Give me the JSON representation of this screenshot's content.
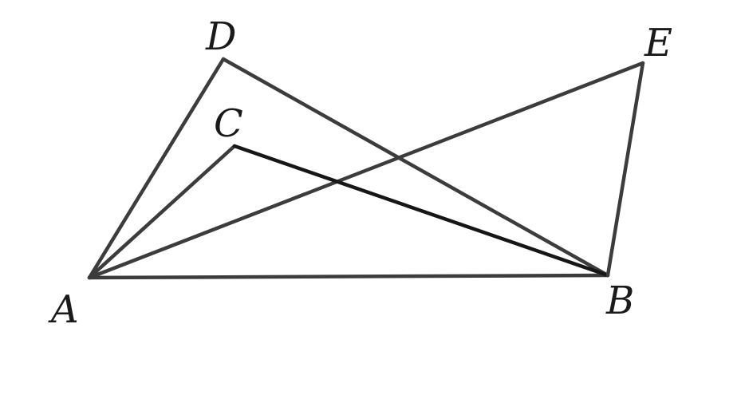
{
  "figure": {
    "points": {
      "A": "A",
      "B": "B",
      "C": "C",
      "D": "D",
      "E": "E"
    },
    "segments": [
      "AB",
      "AD",
      "AC",
      "AE",
      "DB",
      "CB",
      "EB"
    ]
  },
  "colors": {
    "line": "#3c3c3c",
    "line_emphasis": "#161616",
    "label": "#1a1a1a",
    "background": "#ffffff"
  }
}
